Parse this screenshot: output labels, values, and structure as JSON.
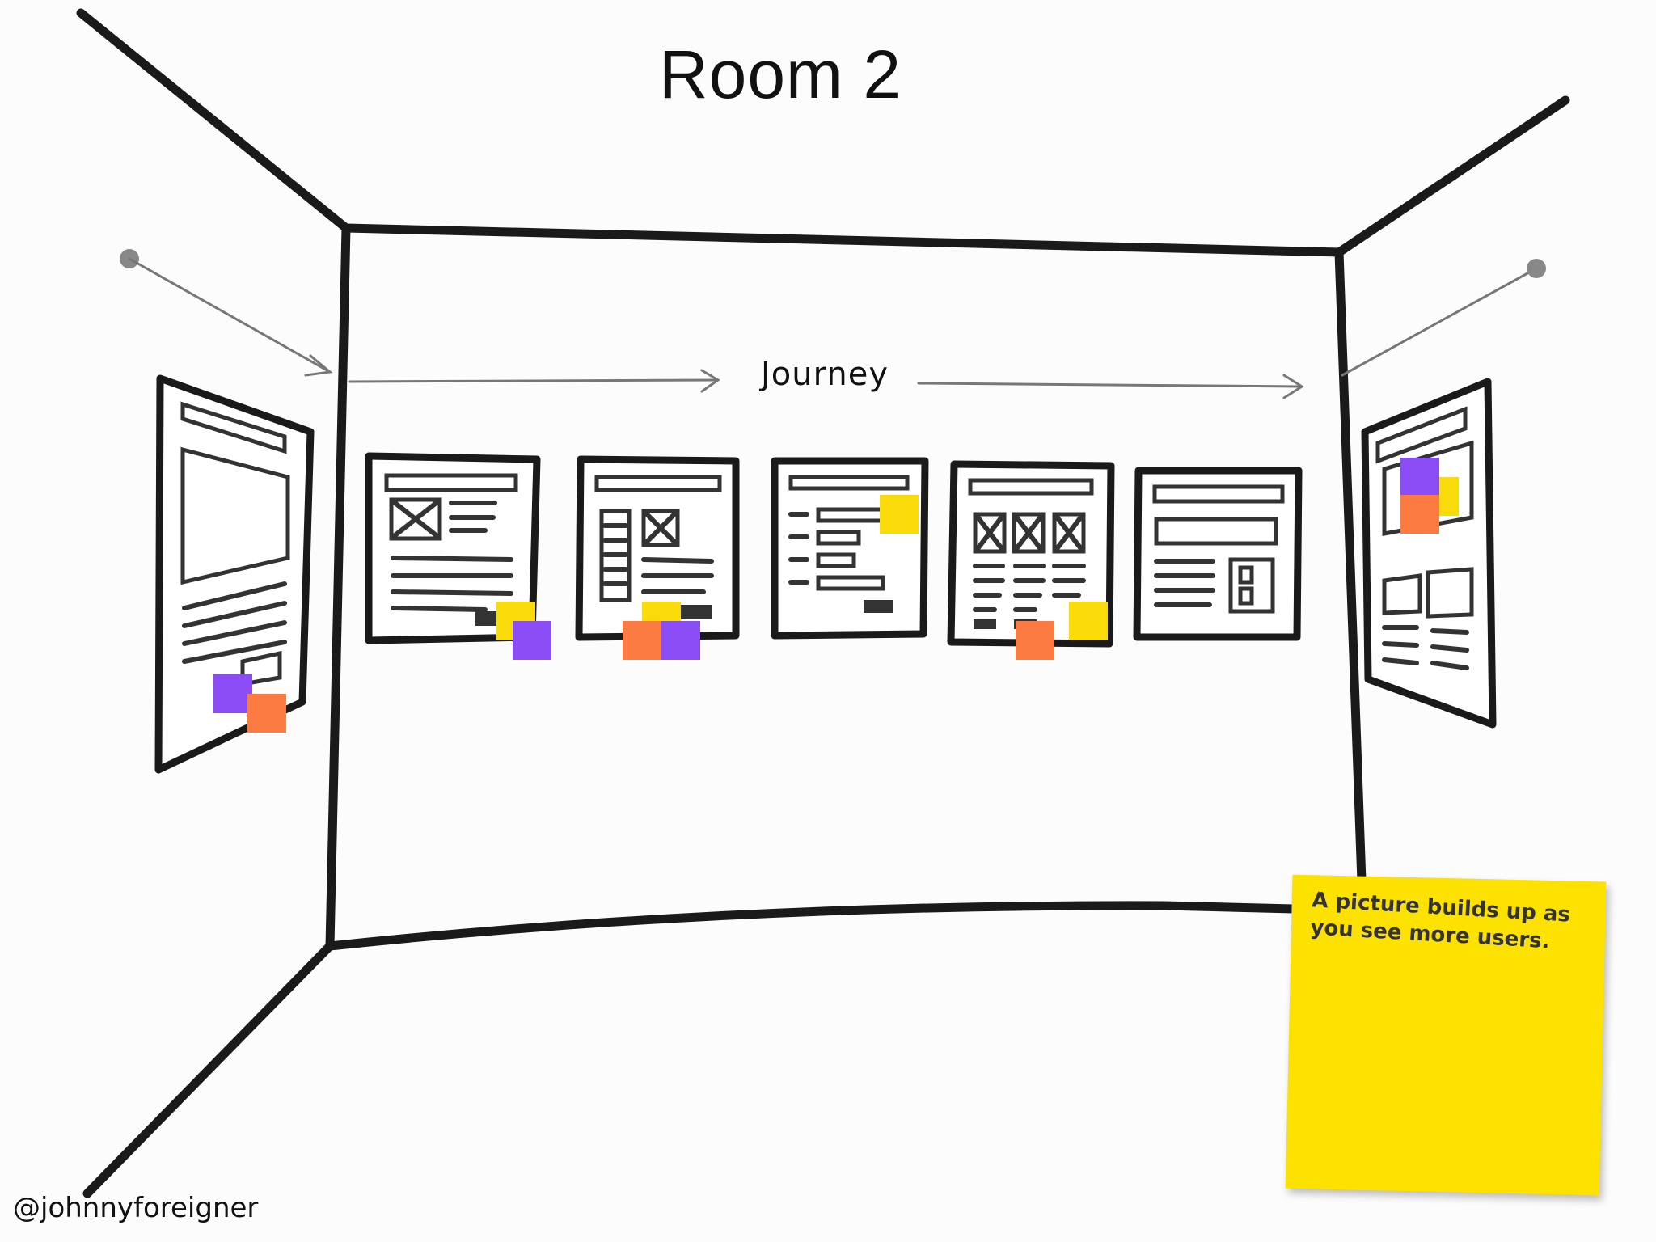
{
  "title": "Room 2",
  "journey_label": "Journey",
  "sticky_note": "A picture builds up as you see more users.",
  "credit": "@johnnyforeigner",
  "colors": {
    "purple": "#8a4cf5",
    "orange": "#fb7b43",
    "yellow": "#fadb0a",
    "sticky": "#fde200"
  }
}
